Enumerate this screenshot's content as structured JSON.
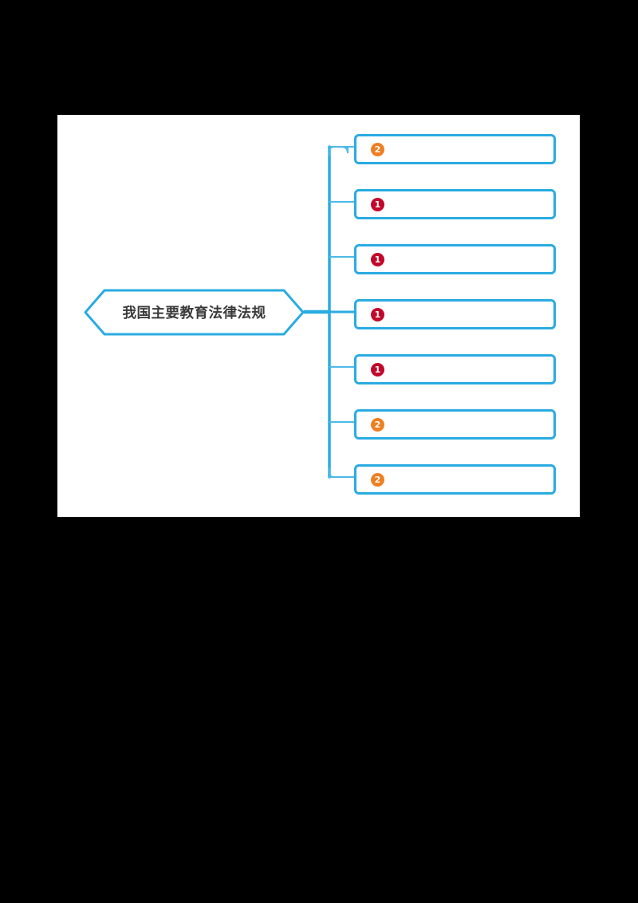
{
  "canvas": {
    "background_color": "#ffffff",
    "page_background_color": "#000000",
    "accent_color": "#29abe2"
  },
  "root": {
    "label": "我国主要教育法律法规",
    "shape": "hexagon",
    "border_color": "#29abe2",
    "text_color": "#3a3a3a"
  },
  "legend": {
    "level_1_color": "#c2082a",
    "level_2_color": "#ef7f21"
  },
  "branches": [
    {
      "badge": "2",
      "level": 2,
      "label": ""
    },
    {
      "badge": "1",
      "level": 1,
      "label": ""
    },
    {
      "badge": "1",
      "level": 1,
      "label": ""
    },
    {
      "badge": "1",
      "level": 1,
      "label": ""
    },
    {
      "badge": "1",
      "level": 1,
      "label": ""
    },
    {
      "badge": "2",
      "level": 2,
      "label": ""
    },
    {
      "badge": "2",
      "level": 2,
      "label": ""
    }
  ]
}
